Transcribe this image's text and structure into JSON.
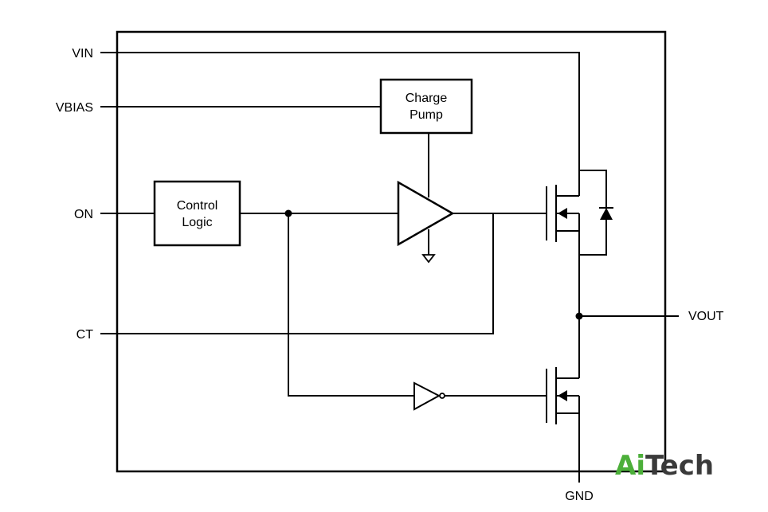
{
  "pins": {
    "vin": "VIN",
    "vbias": "VBIAS",
    "on": "ON",
    "ct": "CT",
    "vout": "VOUT",
    "gnd": "GND"
  },
  "blocks": {
    "charge_pump": [
      "Charge",
      "Pump"
    ],
    "control_logic": [
      "Control",
      "Logic"
    ]
  },
  "watermark": {
    "part1": "Ai",
    "part2": "Tech",
    "color_part1": "#4caf3a",
    "color_part2": "#3a3a3a"
  }
}
